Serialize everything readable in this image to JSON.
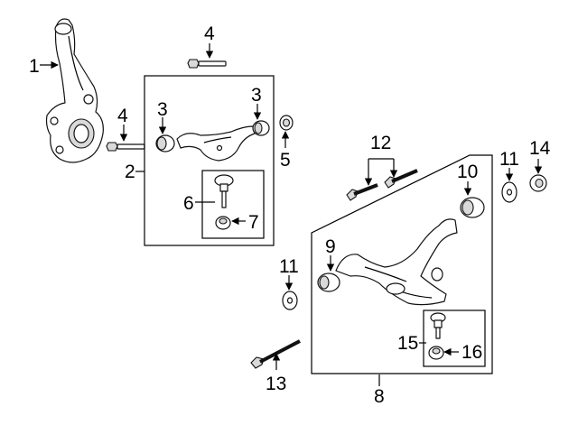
{
  "diagram": {
    "callouts": [
      {
        "id": "c1",
        "label": "1"
      },
      {
        "id": "c2",
        "label": "2"
      },
      {
        "id": "c3a",
        "label": "3"
      },
      {
        "id": "c3b",
        "label": "3"
      },
      {
        "id": "c4a",
        "label": "4"
      },
      {
        "id": "c4b",
        "label": "4"
      },
      {
        "id": "c5",
        "label": "5"
      },
      {
        "id": "c6",
        "label": "6"
      },
      {
        "id": "c7",
        "label": "7"
      },
      {
        "id": "c8",
        "label": "8"
      },
      {
        "id": "c9",
        "label": "9"
      },
      {
        "id": "c10",
        "label": "10"
      },
      {
        "id": "c11a",
        "label": "11"
      },
      {
        "id": "c11b",
        "label": "11"
      },
      {
        "id": "c12",
        "label": "12"
      },
      {
        "id": "c13",
        "label": "13"
      },
      {
        "id": "c14",
        "label": "14"
      },
      {
        "id": "c15",
        "label": "15"
      },
      {
        "id": "c16",
        "label": "16"
      }
    ]
  }
}
